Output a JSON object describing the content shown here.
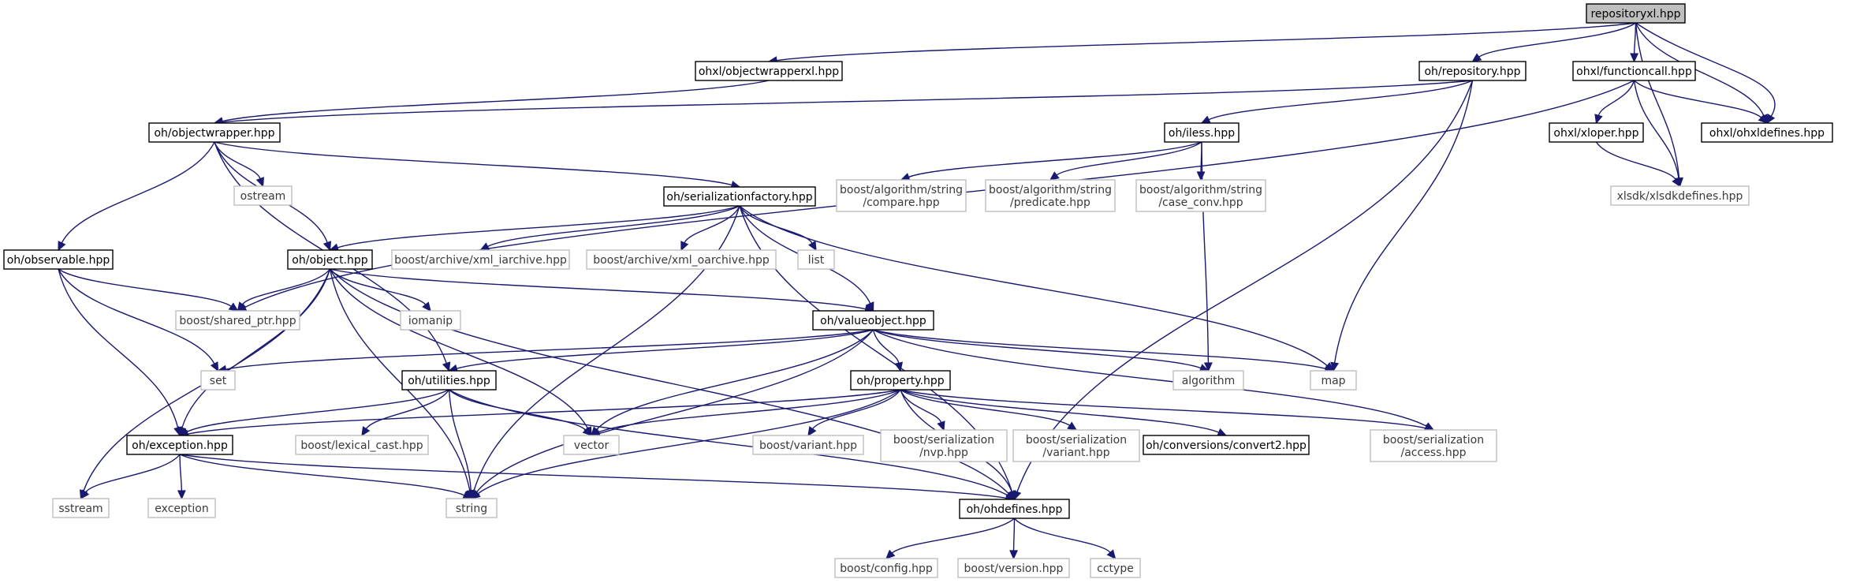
{
  "graph": {
    "edge_color": "#191970",
    "nodes": [
      {
        "id": "repositoryxl",
        "lines": [
          "repositoryxl.hpp"
        ],
        "kind": "root"
      },
      {
        "id": "objectwrapperxl",
        "lines": [
          "ohxl/objectwrapperxl.hpp"
        ],
        "kind": "file"
      },
      {
        "id": "repository",
        "lines": [
          "oh/repository.hpp"
        ],
        "kind": "file"
      },
      {
        "id": "functioncall",
        "lines": [
          "ohxl/functioncall.hpp"
        ],
        "kind": "file"
      },
      {
        "id": "objectwrapper",
        "lines": [
          "oh/objectwrapper.hpp"
        ],
        "kind": "file"
      },
      {
        "id": "iless",
        "lines": [
          "oh/iless.hpp"
        ],
        "kind": "file"
      },
      {
        "id": "xloper",
        "lines": [
          "ohxl/xloper.hpp"
        ],
        "kind": "file"
      },
      {
        "id": "ohxldefines",
        "lines": [
          "ohxl/ohxldefines.hpp"
        ],
        "kind": "file"
      },
      {
        "id": "ostream",
        "lines": [
          "ostream"
        ],
        "kind": "ext"
      },
      {
        "id": "serializationfactory",
        "lines": [
          "oh/serializationfactory.hpp"
        ],
        "kind": "file"
      },
      {
        "id": "compare",
        "lines": [
          "boost/algorithm/string",
          "/compare.hpp"
        ],
        "kind": "ext"
      },
      {
        "id": "predicate",
        "lines": [
          "boost/algorithm/string",
          "/predicate.hpp"
        ],
        "kind": "ext"
      },
      {
        "id": "case_conv",
        "lines": [
          "boost/algorithm/string",
          "/case_conv.hpp"
        ],
        "kind": "ext"
      },
      {
        "id": "xlsdkdefines",
        "lines": [
          "xlsdk/xlsdkdefines.hpp"
        ],
        "kind": "ext"
      },
      {
        "id": "observable",
        "lines": [
          "oh/observable.hpp"
        ],
        "kind": "file"
      },
      {
        "id": "object",
        "lines": [
          "oh/object.hpp"
        ],
        "kind": "file"
      },
      {
        "id": "xml_iarchive",
        "lines": [
          "boost/archive/xml_iarchive.hpp"
        ],
        "kind": "ext"
      },
      {
        "id": "xml_oarchive",
        "lines": [
          "boost/archive/xml_oarchive.hpp"
        ],
        "kind": "ext"
      },
      {
        "id": "list",
        "lines": [
          "list"
        ],
        "kind": "ext"
      },
      {
        "id": "shared_ptr",
        "lines": [
          "boost/shared_ptr.hpp"
        ],
        "kind": "ext"
      },
      {
        "id": "iomanip",
        "lines": [
          "iomanip"
        ],
        "kind": "ext"
      },
      {
        "id": "valueobject",
        "lines": [
          "oh/valueobject.hpp"
        ],
        "kind": "file"
      },
      {
        "id": "set",
        "lines": [
          "set"
        ],
        "kind": "ext"
      },
      {
        "id": "utilities",
        "lines": [
          "oh/utilities.hpp"
        ],
        "kind": "file"
      },
      {
        "id": "property",
        "lines": [
          "oh/property.hpp"
        ],
        "kind": "file"
      },
      {
        "id": "algorithm",
        "lines": [
          "algorithm"
        ],
        "kind": "ext"
      },
      {
        "id": "map",
        "lines": [
          "map"
        ],
        "kind": "ext"
      },
      {
        "id": "exception_hpp",
        "lines": [
          "oh/exception.hpp"
        ],
        "kind": "file"
      },
      {
        "id": "lexical_cast",
        "lines": [
          "boost/lexical_cast.hpp"
        ],
        "kind": "ext"
      },
      {
        "id": "vector",
        "lines": [
          "vector"
        ],
        "kind": "ext"
      },
      {
        "id": "variant",
        "lines": [
          "boost/variant.hpp"
        ],
        "kind": "ext"
      },
      {
        "id": "nvp",
        "lines": [
          "boost/serialization",
          "/nvp.hpp"
        ],
        "kind": "ext"
      },
      {
        "id": "ser_variant",
        "lines": [
          "boost/serialization",
          "/variant.hpp"
        ],
        "kind": "ext"
      },
      {
        "id": "convert2",
        "lines": [
          "oh/conversions/convert2.hpp"
        ],
        "kind": "file"
      },
      {
        "id": "access",
        "lines": [
          "boost/serialization",
          "/access.hpp"
        ],
        "kind": "ext"
      },
      {
        "id": "sstream",
        "lines": [
          "sstream"
        ],
        "kind": "ext"
      },
      {
        "id": "exception",
        "lines": [
          "exception"
        ],
        "kind": "ext"
      },
      {
        "id": "string",
        "lines": [
          "string"
        ],
        "kind": "ext"
      },
      {
        "id": "ohdefines",
        "lines": [
          "oh/ohdefines.hpp"
        ],
        "kind": "file"
      },
      {
        "id": "config",
        "lines": [
          "boost/config.hpp"
        ],
        "kind": "ext"
      },
      {
        "id": "version",
        "lines": [
          "boost/version.hpp"
        ],
        "kind": "ext"
      },
      {
        "id": "cctype",
        "lines": [
          "cctype"
        ],
        "kind": "ext"
      }
    ],
    "edges": [
      {
        "from": "repositoryxl",
        "to": "objectwrapperxl"
      },
      {
        "from": "repositoryxl",
        "to": "repository"
      },
      {
        "from": "repositoryxl",
        "to": "functioncall"
      },
      {
        "from": "repositoryxl",
        "to": "ohxldefines"
      },
      {
        "from": "repositoryxl",
        "to": "ohxldefines"
      },
      {
        "from": "repositoryxl",
        "to": "xlsdkdefines"
      },
      {
        "from": "objectwrapperxl",
        "to": "objectwrapper"
      },
      {
        "from": "repository",
        "to": "objectwrapper"
      },
      {
        "from": "repository",
        "to": "iless"
      },
      {
        "from": "repository",
        "to": "map"
      },
      {
        "from": "repository",
        "to": "ohdefines"
      },
      {
        "from": "functioncall",
        "to": "shared_ptr"
      },
      {
        "from": "functioncall",
        "to": "xloper"
      },
      {
        "from": "functioncall",
        "to": "ohxldefines"
      },
      {
        "from": "functioncall",
        "to": "xlsdkdefines"
      },
      {
        "from": "xloper",
        "to": "xlsdkdefines"
      },
      {
        "from": "iless",
        "to": "compare"
      },
      {
        "from": "iless",
        "to": "predicate"
      },
      {
        "from": "iless",
        "to": "case_conv"
      },
      {
        "from": "iless",
        "to": "algorithm"
      },
      {
        "from": "objectwrapper",
        "to": "ostream"
      },
      {
        "from": "objectwrapper",
        "to": "serializationfactory"
      },
      {
        "from": "objectwrapper",
        "to": "observable"
      },
      {
        "from": "objectwrapper",
        "to": "object"
      },
      {
        "from": "objectwrapper",
        "to": "utilities"
      },
      {
        "from": "serializationfactory",
        "to": "object"
      },
      {
        "from": "serializationfactory",
        "to": "xml_iarchive"
      },
      {
        "from": "serializationfactory",
        "to": "xml_oarchive"
      },
      {
        "from": "serializationfactory",
        "to": "list"
      },
      {
        "from": "serializationfactory",
        "to": "valueobject"
      },
      {
        "from": "serializationfactory",
        "to": "string"
      },
      {
        "from": "serializationfactory",
        "to": "map"
      },
      {
        "from": "serializationfactory",
        "to": "ohdefines"
      },
      {
        "from": "observable",
        "to": "shared_ptr"
      },
      {
        "from": "observable",
        "to": "set"
      },
      {
        "from": "observable",
        "to": "exception_hpp"
      },
      {
        "from": "object",
        "to": "shared_ptr"
      },
      {
        "from": "object",
        "to": "iomanip"
      },
      {
        "from": "object",
        "to": "valueobject"
      },
      {
        "from": "object",
        "to": "sstream"
      },
      {
        "from": "object",
        "to": "exception_hpp"
      },
      {
        "from": "object",
        "to": "string"
      },
      {
        "from": "object",
        "to": "vector"
      },
      {
        "from": "object",
        "to": "ohdefines"
      },
      {
        "from": "valueobject",
        "to": "set"
      },
      {
        "from": "valueobject",
        "to": "utilities"
      },
      {
        "from": "valueobject",
        "to": "property"
      },
      {
        "from": "valueobject",
        "to": "algorithm"
      },
      {
        "from": "valueobject",
        "to": "map"
      },
      {
        "from": "valueobject",
        "to": "vector"
      },
      {
        "from": "valueobject",
        "to": "string"
      },
      {
        "from": "valueobject",
        "to": "access"
      },
      {
        "from": "utilities",
        "to": "exception_hpp"
      },
      {
        "from": "utilities",
        "to": "lexical_cast"
      },
      {
        "from": "utilities",
        "to": "vector"
      },
      {
        "from": "utilities",
        "to": "string"
      },
      {
        "from": "utilities",
        "to": "ohdefines"
      },
      {
        "from": "property",
        "to": "exception_hpp"
      },
      {
        "from": "property",
        "to": "vector"
      },
      {
        "from": "property",
        "to": "string"
      },
      {
        "from": "property",
        "to": "variant"
      },
      {
        "from": "property",
        "to": "nvp"
      },
      {
        "from": "property",
        "to": "ser_variant"
      },
      {
        "from": "property",
        "to": "convert2"
      },
      {
        "from": "property",
        "to": "access"
      },
      {
        "from": "property",
        "to": "ohdefines"
      },
      {
        "from": "exception_hpp",
        "to": "sstream"
      },
      {
        "from": "exception_hpp",
        "to": "exception"
      },
      {
        "from": "exception_hpp",
        "to": "string"
      },
      {
        "from": "exception_hpp",
        "to": "ohdefines"
      },
      {
        "from": "ohdefines",
        "to": "config"
      },
      {
        "from": "ohdefines",
        "to": "version"
      },
      {
        "from": "ohdefines",
        "to": "cctype"
      }
    ]
  }
}
